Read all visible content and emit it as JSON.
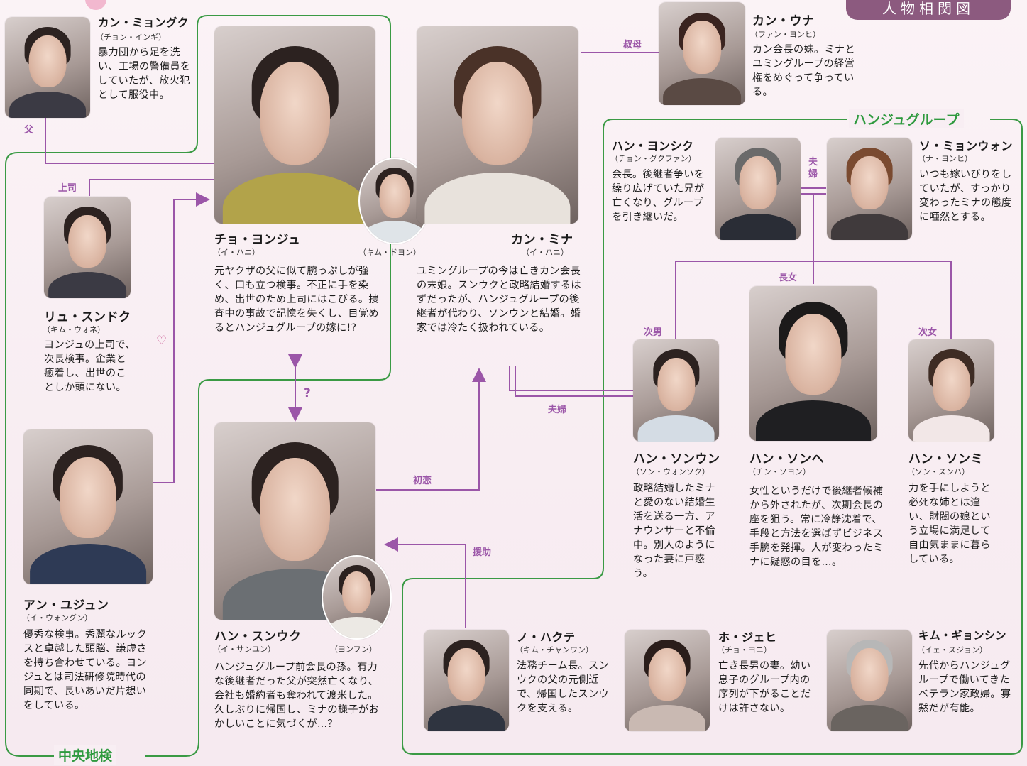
{
  "banner": "人物相関図",
  "groups": {
    "seoul_prosecutors": "中央地検",
    "hanju": "ハンジュグループ"
  },
  "relations": {
    "father": "父",
    "boss": "上司",
    "aunt": "叔母",
    "married1": "夫婦",
    "married2": "夫婦",
    "eldest_daughter": "長女",
    "second_son": "次男",
    "second_daughter": "次女",
    "first_love": "初恋",
    "support": "援助",
    "question": "?",
    "heart": "♡"
  },
  "chars": {
    "kang_myunggu": {
      "name": "カン・ミョングク",
      "actor": "（チョン・インギ）",
      "desc": "暴力団から足を洗い、工場の警備員をしていたが、放火犯として服役中。"
    },
    "jo_yeonju": {
      "name": "チョ・ヨンジュ",
      "actor": "（イ・ハニ）",
      "desc": "元ヤクザの父に似て腕っぷしが強く、口も立つ検事。不正に手を染め、出世のため上司にはこびる。捜査中の事故で記憶を失くし、目覚めるとハンジュグループの嫁に!?"
    },
    "young_jo": {
      "actor": "（キム・ドヨン）"
    },
    "kang_mina": {
      "name": "カン・ミナ",
      "actor": "（イ・ハニ）",
      "desc": "ユミングループの今は亡きカン会長の末娘。スンウクと政略結婚するはずだったが、ハンジュグループの後継者が代わり、ソンウンと結婚。婚家では冷たく扱われている。"
    },
    "kang_una": {
      "name": "カン・ウナ",
      "actor": "（ファン・ヨンヒ）",
      "desc": "カン会長の妹。ミナとユミングループの経営権をめぐって争っている。"
    },
    "ryu_sundok": {
      "name": "リュ・スンドク",
      "actor": "（キム・ウォネ）",
      "desc": "ヨンジュの上司で、次長検事。企業と癒着し、出世のことしか頭にない。"
    },
    "an_yujun": {
      "name": "アン・ユジュン",
      "actor": "（イ・ウォングン）",
      "desc": "優秀な検事。秀麗なルックスと卓越した頭脳、謙虚さを持ち合わせている。ヨンジュとは司法研修院時代の同期で、長いあいだ片想いをしている。"
    },
    "han_seunguk": {
      "name": "ハン・スンウク",
      "actor": "（イ・サンユン）",
      "desc": "ハンジュグループ前会長の孫。有力な後継者だった父が突然亡くなり、会社も婚約者も奪われて渡米した。久しぶりに帰国し、ミナの様子がおかしいことに気づくが…？"
    },
    "young_seunguk": {
      "actor": "（ヨンフン）"
    },
    "han_yongsik": {
      "name": "ハン・ヨンシク",
      "actor": "（チョン・グクファン）",
      "desc": "会長。後継者争いを繰り広げていた兄が亡くなり、グループを引き継いだ。"
    },
    "so_myungwon": {
      "name": "ソ・ミョンウォン",
      "actor": "（ナ・ヨンヒ）",
      "desc": "いつも嫁いびりをしていたが、すっかり変わったミナの態度に唖然とする。"
    },
    "han_songun": {
      "name": "ハン・ソンウン",
      "actor": "（ソン・ウォンソク）",
      "desc": "政略結婚したミナと愛のない結婚生活を送る一方、アナウンサーと不倫中。別人のようになった妻に戸惑う。"
    },
    "han_songhe": {
      "name": "ハン・ソンヘ",
      "actor": "（チン・ソヨン）",
      "desc": "女性というだけで後継者候補から外されたが、次期会長の座を狙う。常に冷静沈着で、手段と方法を選ばずビジネス手腕を発揮。人が変わったミナに疑惑の目を…。"
    },
    "han_songmi": {
      "name": "ハン・ソンミ",
      "actor": "（ソン・スンハ）",
      "desc": "力を手にしようと必死な姉とは違い、財閥の娘という立場に満足して自由気ままに暮らしている。"
    },
    "no_hakte": {
      "name": "ノ・ハクテ",
      "actor": "（キム・チャンワン）",
      "desc": "法務チーム長。スンウクの父の元側近で、帰国したスンウクを支える。"
    },
    "ho_jehi": {
      "name": "ホ・ジェヒ",
      "actor": "（チョ・ヨニ）",
      "desc": "亡き長男の妻。幼い息子のグループ内の序列が下がることだけは許さない。"
    },
    "kim_gyonshin": {
      "name": "キム・ギョンシン",
      "actor": "（イェ・スジョン）",
      "desc": "先代からハンジュグループで働いてきたベテラン家政婦。寡黙だが有能。"
    }
  },
  "colors": {
    "green": "#3a9a44",
    "purple": "#9b56a8",
    "banner": "#8c5a7f"
  }
}
